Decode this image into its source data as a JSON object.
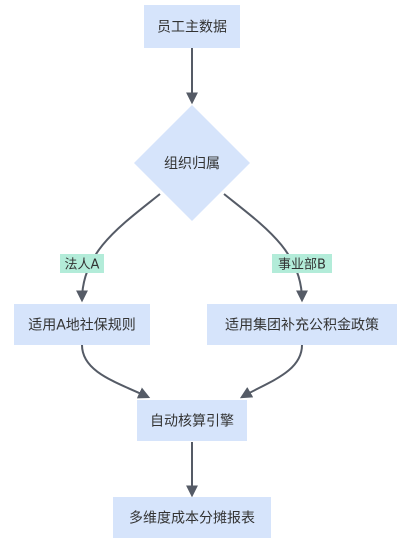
{
  "colors": {
    "node_fill": "#d6e4fb",
    "edge_stroke": "#555b66",
    "edge_label_bg": "#b3ecd9",
    "text": "#333333"
  },
  "nodes": {
    "employee_master": "员工主数据",
    "org_affiliation": "组织归属",
    "entity_a_rules": "适用A地社保规则",
    "group_policy": "适用集团补充公积金政策",
    "calc_engine": "自动核算引擎",
    "cost_report": "多维度成本分摊报表"
  },
  "edge_labels": {
    "entity_a": "法人A",
    "dept_b": "事业部B"
  }
}
